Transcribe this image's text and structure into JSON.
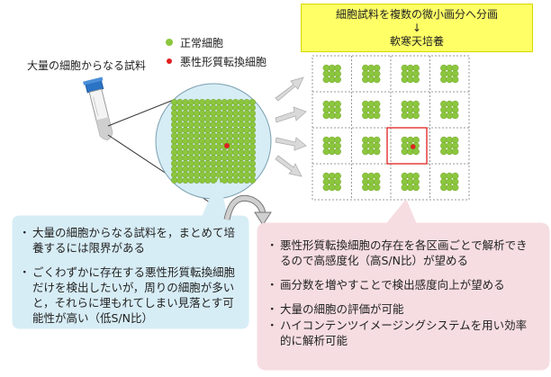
{
  "header_box": {
    "line1": "細胞試料を複数の微小画分へ分画",
    "arrow": "↓",
    "line2": "軟寒天培養"
  },
  "sample_label": "大量の細胞からなる試料",
  "legend": [
    {
      "label": "正常細胞",
      "color": "#8cc63e"
    },
    {
      "label": "悪性形質転換細胞",
      "color": "#e02020"
    }
  ],
  "left_callout": {
    "items": [
      "大量の細胞からなる試料を，まとめて培養するには限界がある",
      "ごくわずかに存在する悪性形質転換細胞だけを検出したいが，周りの細胞が多いと，それらに埋もれてしまい見落とす可能性が高い（低S/N比）"
    ]
  },
  "right_callout": {
    "items": [
      "悪性形質転換細胞の存在を各区画ごとで解析できるので高感度化（高S/N比）が望める",
      "画分数を増やすことで検出感度向上が望める",
      "大量の細胞の評価が可能",
      "ハイコンテンツイメージングシステムを用い効率的に解析可能"
    ]
  },
  "colors": {
    "normal_cell": "#8cc63e",
    "malignant_cell": "#e02020",
    "header_bg": "#ffff66",
    "left_callout_bg": "#d7edf6",
    "right_callout_bg": "#f6dde2"
  },
  "grid": {
    "rows": 4,
    "cols": 4,
    "highlight_row": 2,
    "highlight_col": 2
  }
}
